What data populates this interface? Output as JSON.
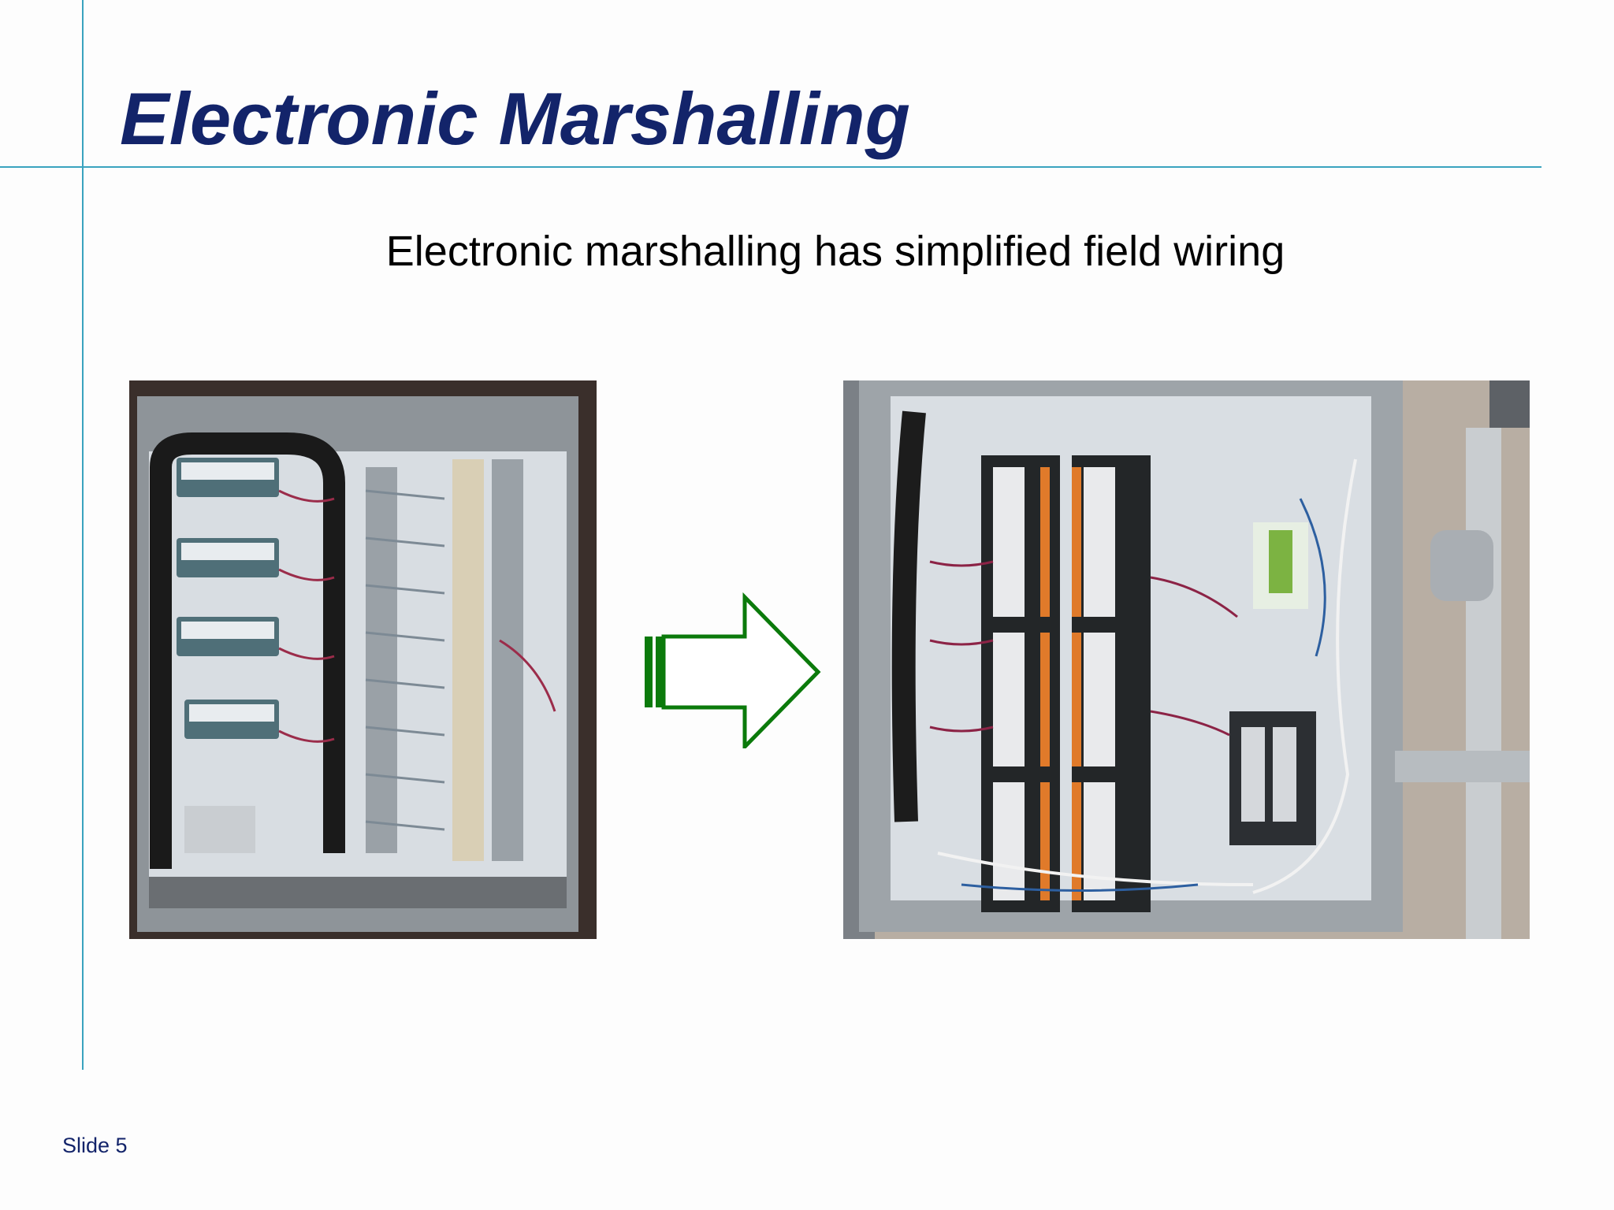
{
  "slide": {
    "title": "Electronic Marshalling",
    "subtitle": "Electronic marshalling has simplified field wiring",
    "footer": "Slide 5"
  },
  "colors": {
    "title": "#13246a",
    "rule_lines": "#3aa3bf",
    "arrow": "#0b7a0b",
    "background": "#fdfdfd"
  },
  "images": {
    "before": "cabinet-traditional-wiring-photo",
    "after": "cabinet-electronic-marshalling-photo"
  },
  "icons": {
    "transition": "right-arrow-icon"
  }
}
